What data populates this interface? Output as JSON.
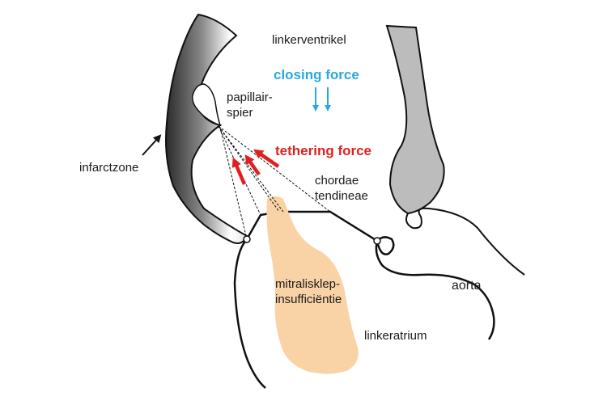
{
  "labels": {
    "left_ventricle": "linkerventrikel",
    "closing_force": "closing force",
    "papillary_line1": "papillair-",
    "papillary_line2": "spier",
    "tethering_force": "tethering force",
    "infarct_zone": "infarctzone",
    "chordae_line1": "chordae",
    "chordae_line2": "tendineae",
    "regurgitation_line1": "mitralisklep-",
    "regurgitation_line2": "insufficiëntie",
    "aorta": "aorta",
    "left_atrium": "linkeratrium"
  },
  "colors": {
    "closing_force": "#29a9e1",
    "tethering_force": "#e02020",
    "regurgitant_jet": "#f9d3a5",
    "aortic_wall": "#bcbcbc",
    "outline": "#111111"
  }
}
